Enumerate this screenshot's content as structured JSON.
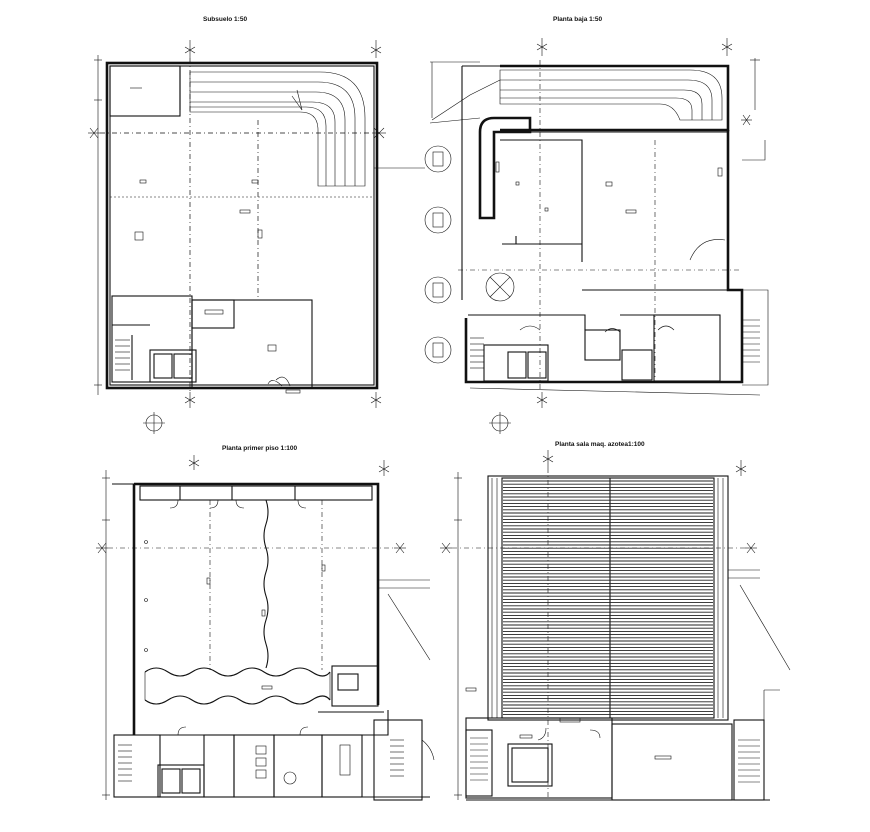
{
  "sheet": {
    "plans": [
      {
        "id": "subsuelo",
        "title": "Subsuelo  1:50"
      },
      {
        "id": "planta-baja",
        "title": "Planta baja  1:50"
      },
      {
        "id": "primer-piso",
        "title": "Planta primer piso  1:100"
      },
      {
        "id": "sala-maquinas",
        "title": "Planta sala maq. azotea1:100"
      }
    ]
  },
  "colors": {
    "line": "#111111",
    "background": "#ffffff"
  }
}
